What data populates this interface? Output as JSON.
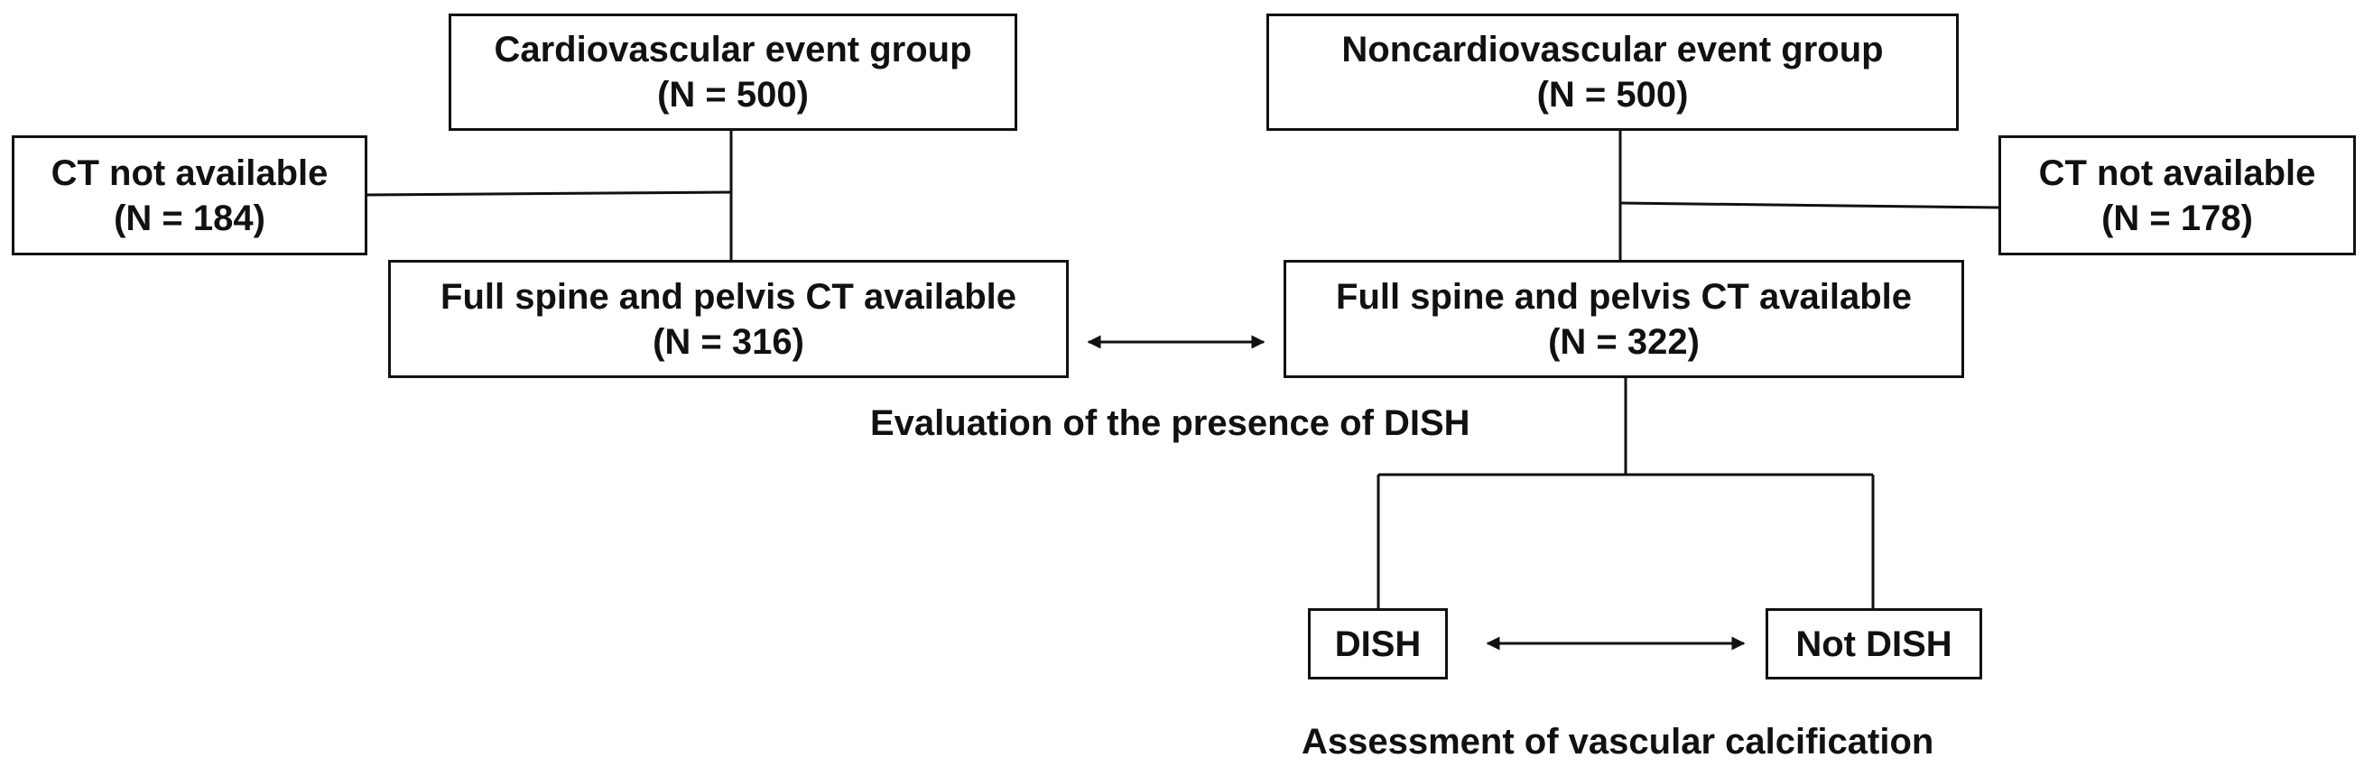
{
  "groups": {
    "cardiovascular": {
      "title": "Cardiovascular event group",
      "count": "(N = 500)"
    },
    "noncardiovascular": {
      "title": "Noncardiovascular event group",
      "count": "(N = 500)"
    }
  },
  "excluded": {
    "left": {
      "title": "CT not available",
      "count": "(N = 184)"
    },
    "right": {
      "title": "CT not available",
      "count": "(N = 178)"
    }
  },
  "available": {
    "left": {
      "title": "Full spine and pelvis CT available",
      "count": "(N = 316)"
    },
    "right": {
      "title": "Full spine and pelvis CT available",
      "count": "(N = 322)"
    }
  },
  "captions": {
    "dish_evaluation": "Evaluation of the presence of DISH",
    "calcification": "Assessment of vascular calcification"
  },
  "subgroups": {
    "dish": "DISH",
    "not_dish": "Not DISH"
  }
}
